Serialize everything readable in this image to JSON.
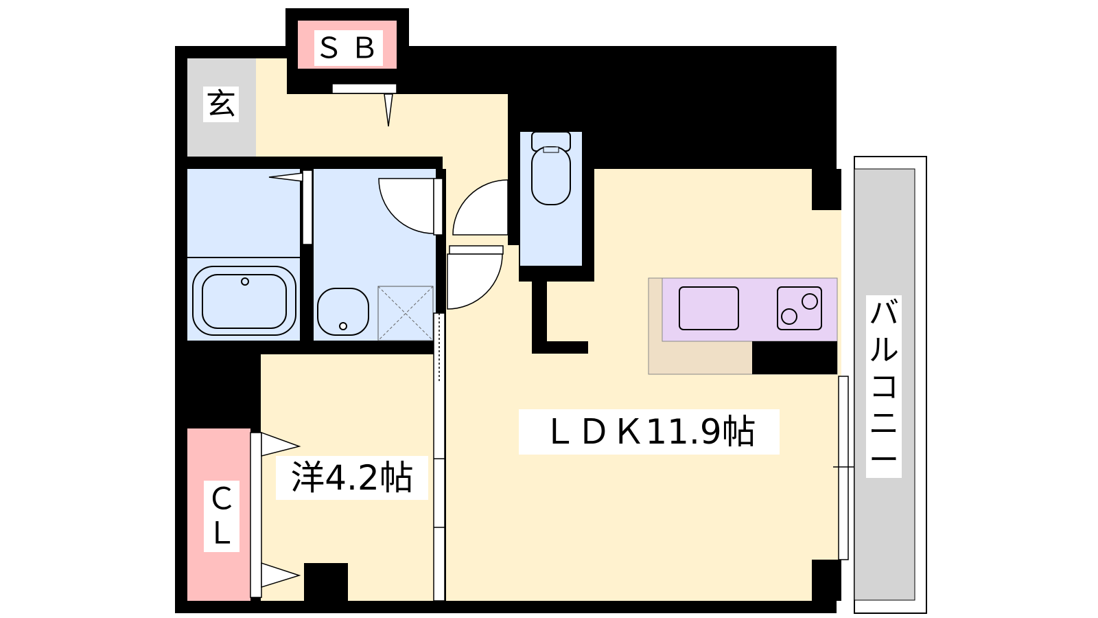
{
  "colors": {
    "wall": "#000000",
    "living": "#fff2cf",
    "wet": "#dbeaff",
    "entrance": "#d9d9d9",
    "closet": "#ffbfbf",
    "kitchen": "#e8d3f5",
    "counter": "#efdfc6",
    "balcony": "#d4d4d4"
  },
  "rooms": {
    "ldk": "ＬＤＫ11.9帖",
    "western": "洋4.2帖",
    "entrance": "玄",
    "shoe_box": "ＳＢ",
    "closet_line1": "Ｃ",
    "closet_line2": "Ｌ",
    "balcony": [
      "バ",
      "ル",
      "コ",
      "ニ",
      "ー"
    ]
  }
}
